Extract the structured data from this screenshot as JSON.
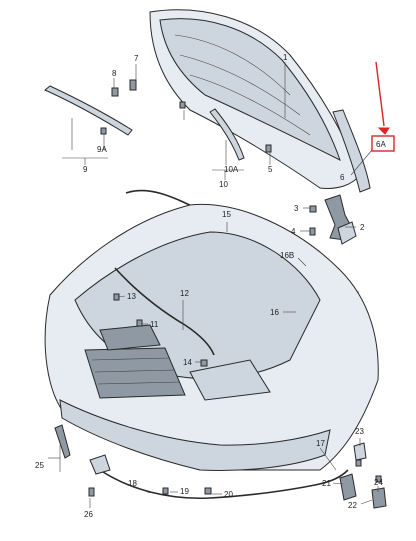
{
  "colors": {
    "outline": "#2a2a2a",
    "panel_light": "#e6ecf1",
    "panel_mid": "#cdd6de",
    "panel_dark": "#8e99a4",
    "highlight": "#d62828"
  },
  "callouts": {
    "c1": "1",
    "c2": "2",
    "c3": "3",
    "c4": "4",
    "c5": "5",
    "c6": "6",
    "c6a": "6A",
    "c7": "7",
    "c8": "8",
    "c9": "9",
    "c9a": "9A",
    "c10": "10",
    "c10a": "10A",
    "c11": "11",
    "c12": "12",
    "c13": "13",
    "c14": "14",
    "c15": "15",
    "c16": "16",
    "c16b": "16B",
    "c17": "17",
    "c18": "18",
    "c19": "19",
    "c20": "20",
    "c21": "21",
    "c22": "22",
    "c23": "23",
    "c24": "24",
    "c25": "25",
    "c26": "26"
  }
}
